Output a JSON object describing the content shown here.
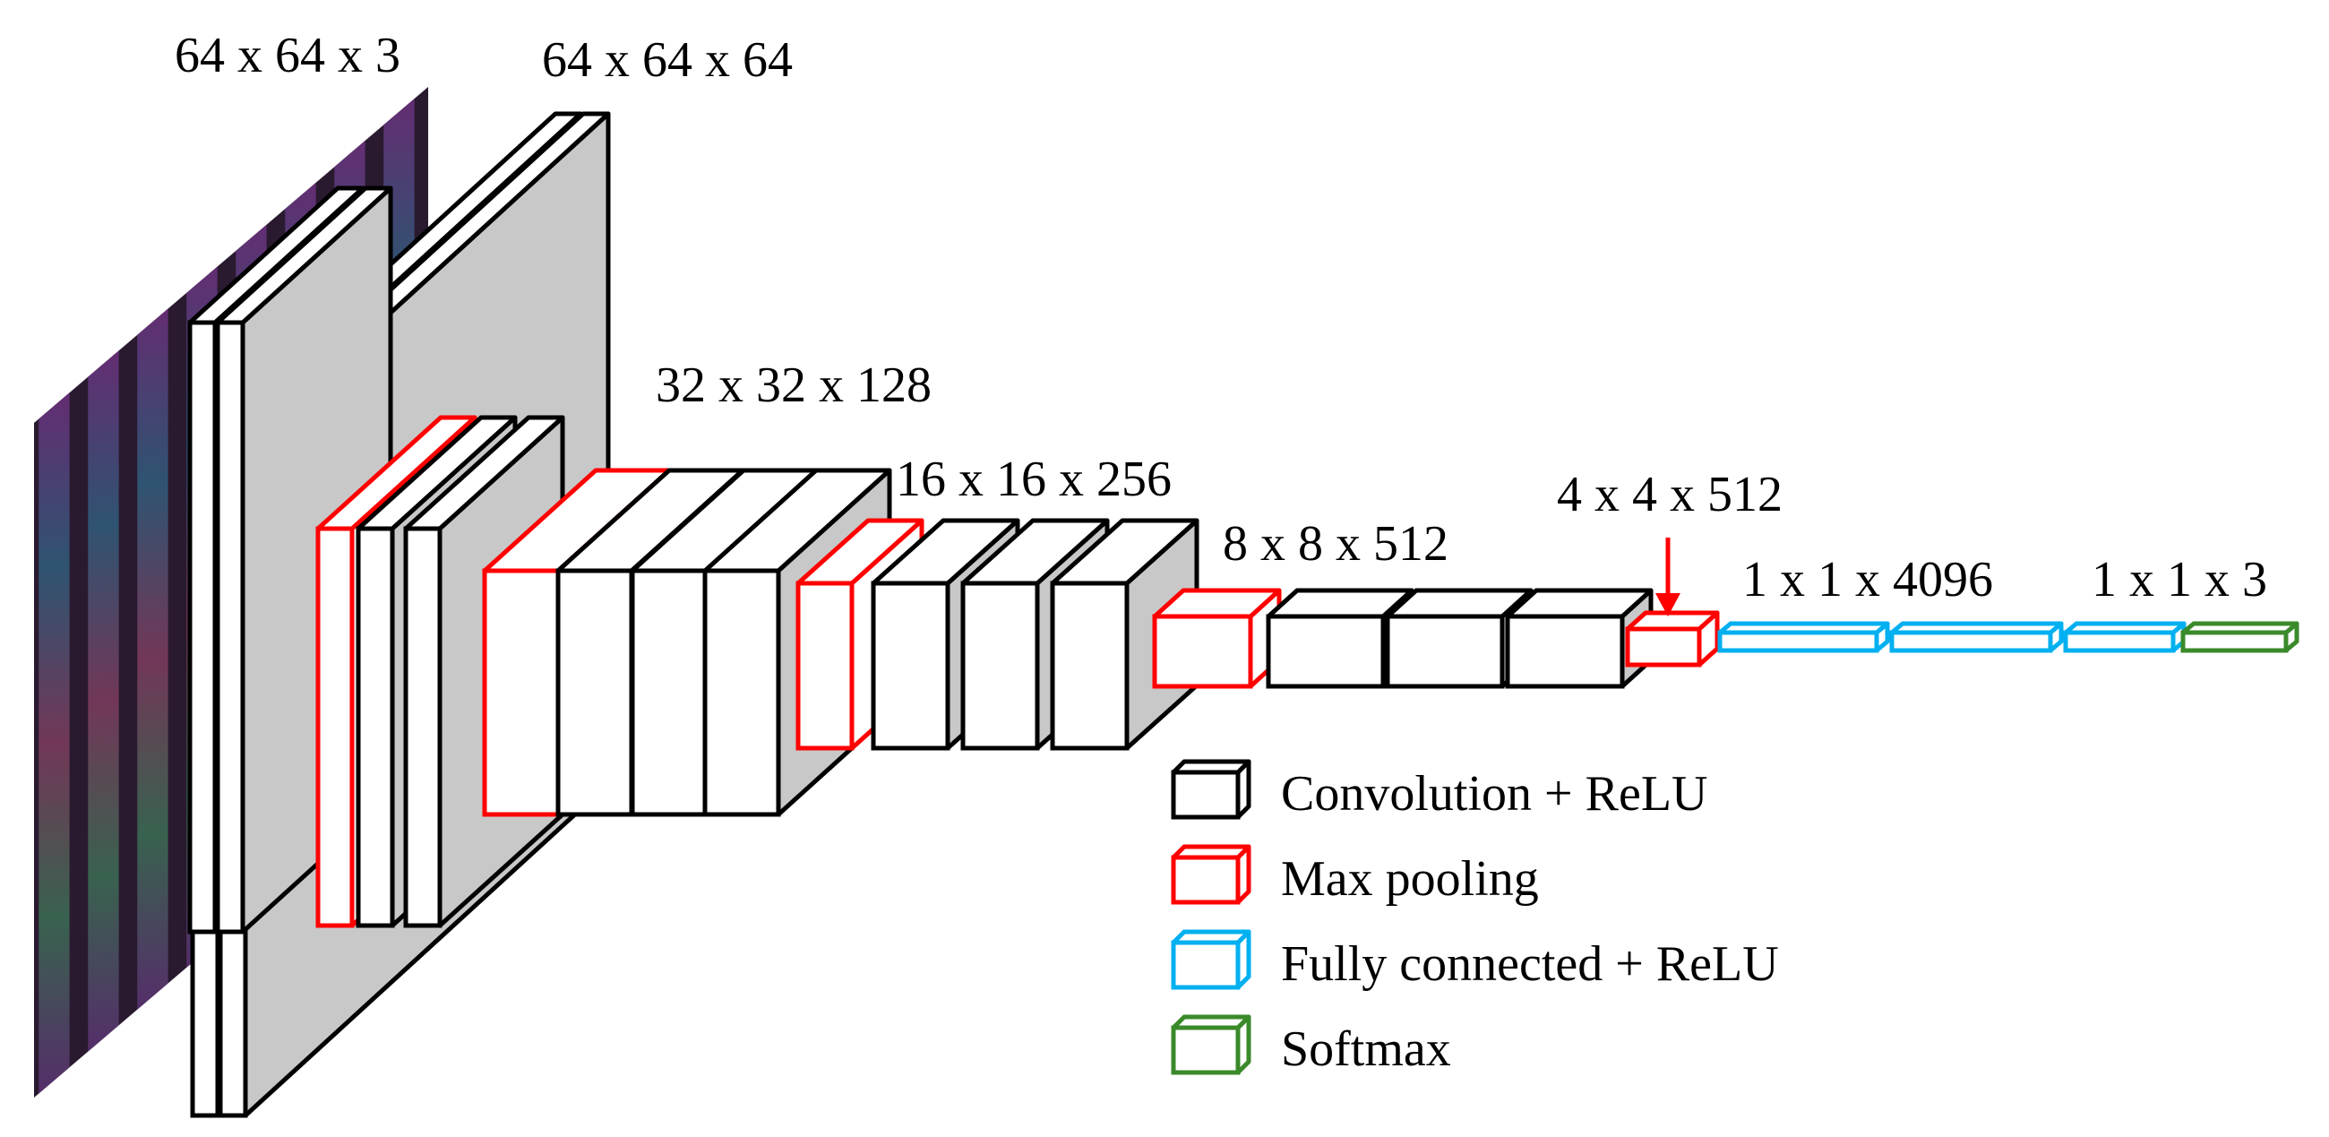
{
  "colors": {
    "conv": "#000000",
    "pool": "#ff0000",
    "fc": "#00b0f0",
    "softmax": "#3a8a2a",
    "face_fill": "#ffffff",
    "side_fill": "#c8c8c8",
    "arrow": "#ff0000"
  },
  "input_image": {
    "icon": "noisy-multichannel-input-image"
  },
  "dimension_labels": {
    "input": "64 x 64 x 3",
    "block1": "64 x 64 x 64",
    "block2": "32 x 32 x 128",
    "block3": "16 x 16 x 256",
    "block4": "8 x 8 x 512",
    "block5": "4 x 4 x 512",
    "fc": "1 x 1 x 4096",
    "output": "1 x 1 x 3"
  },
  "layers": [
    {
      "type": "conv"
    },
    {
      "type": "conv"
    },
    {
      "type": "pool"
    },
    {
      "type": "conv"
    },
    {
      "type": "conv"
    },
    {
      "type": "pool"
    },
    {
      "type": "conv"
    },
    {
      "type": "conv"
    },
    {
      "type": "conv"
    },
    {
      "type": "pool"
    },
    {
      "type": "conv"
    },
    {
      "type": "conv"
    },
    {
      "type": "conv"
    },
    {
      "type": "pool"
    },
    {
      "type": "conv"
    },
    {
      "type": "conv"
    },
    {
      "type": "conv"
    },
    {
      "type": "pool"
    },
    {
      "type": "fc"
    },
    {
      "type": "fc"
    },
    {
      "type": "fc"
    },
    {
      "type": "softmax"
    }
  ],
  "legend": {
    "items": [
      {
        "type": "conv",
        "label": "Convolution + ReLU"
      },
      {
        "type": "pool",
        "label": "Max pooling"
      },
      {
        "type": "fc",
        "label": "Fully connected + ReLU"
      },
      {
        "type": "softmax",
        "label": "Softmax"
      }
    ]
  }
}
